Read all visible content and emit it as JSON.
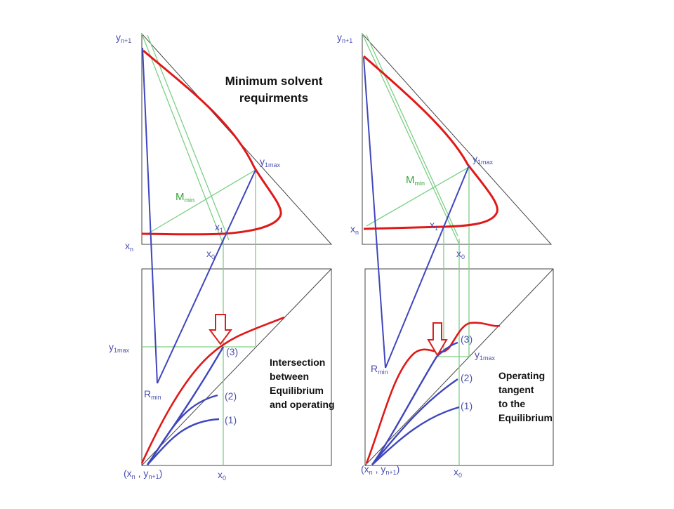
{
  "title": {
    "line1": "Minimum solvent",
    "line2": "requirments"
  },
  "left": {
    "labels": {
      "yn1": {
        "base": "y",
        "sub": "n+1"
      },
      "xn": {
        "base": "x",
        "sub": "n"
      },
      "y1max": {
        "base": "y",
        "sub": "1max"
      },
      "mmin": {
        "base": "M",
        "sub": "min"
      },
      "x1": {
        "base": "x",
        "sub": "1"
      },
      "x0": {
        "base": "x",
        "sub": "0"
      },
      "rmin": {
        "base": "R",
        "sub": "min"
      },
      "y1max_axis": {
        "base": "y",
        "sub": "1max"
      },
      "x0_axis": {
        "base": "x",
        "sub": "0"
      },
      "origin": {
        "open": "(x",
        "sub1": "n",
        "mid": " , y",
        "sub2": "n+1",
        "close": ")"
      },
      "curve1": "(1)",
      "curve2": "(2)",
      "curve3": "(3)"
    },
    "note": [
      "Intersection",
      "between",
      "Equilibrium",
      "and operating"
    ]
  },
  "right": {
    "labels": {
      "yn1": {
        "base": "y",
        "sub": "n+1"
      },
      "xn": {
        "base": "x",
        "sub": "n"
      },
      "y1max": {
        "base": "y",
        "sub": "1max"
      },
      "mmin": {
        "base": "M",
        "sub": "min"
      },
      "x1": {
        "base": "x",
        "sub": "1"
      },
      "x0": {
        "base": "x",
        "sub": "0"
      },
      "rmin": {
        "base": "R",
        "sub": "min"
      },
      "y1max_axis": {
        "base": "y",
        "sub": "1max"
      },
      "x0_axis": {
        "base": "x",
        "sub": "0"
      },
      "origin": {
        "open": "(x",
        "sub1": "n",
        "mid": " , y",
        "sub2": "n+1",
        "close": ")"
      },
      "curve1": "(1)",
      "curve2": "(2)",
      "curve3": "(3)"
    },
    "note": [
      "Operating",
      "tangent",
      "to the",
      "Equilibrium"
    ]
  },
  "colors": {
    "equilibrium": "#e01818",
    "operating": "#3f46bd",
    "construction": "#7ccf85",
    "frame": "#444444",
    "arrow": "#d82020"
  }
}
